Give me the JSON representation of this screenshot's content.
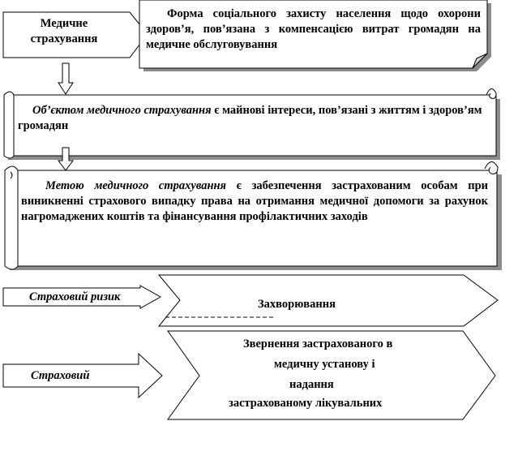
{
  "top_block": {
    "label_line1": "Медичне",
    "label_line2": "страхування",
    "definition": "Форма соціального захисту населення щодо охорони здоров’я, пов’язана з компенсацією витрат громадян на медичне обслуговування"
  },
  "object_block": {
    "term": "Об’єктом медичного страхування",
    "rest": " є майнові інтереси, пов’язані з життям і здоров’ям громадян"
  },
  "goal_block": {
    "term": "Метою медичного страхування",
    "rest": " є забезпечення застрахованим особам при виникненні страхового випадку права на отримання медичної допомоги за рахунок нагромаджених коштів та фінансування профілактичних заходів"
  },
  "risk_row": {
    "label": "Страховий ризик",
    "value": "Захворювання"
  },
  "case_row": {
    "label": "Страховий",
    "value_line1": "Звернення застрахованого в",
    "value_line2": "медичну установу і",
    "value_line3": "надання",
    "value_line4": "застрахованому лікувальних"
  }
}
